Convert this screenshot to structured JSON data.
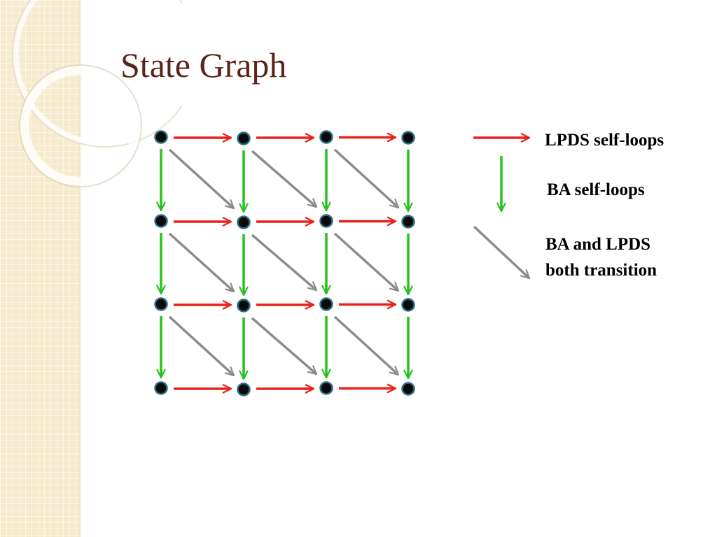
{
  "slide": {
    "title": "State Graph"
  },
  "legend": {
    "red_arrow_label": "LPDS self-loops",
    "green_arrow_label": "BA self-loops",
    "gray_arrow_label_line1": "BA and LPDS",
    "gray_arrow_label_line2": "both transition"
  },
  "colors": {
    "title": "#5b2418",
    "red_arrow": "#e8221b",
    "green_arrow": "#27c21f",
    "gray_arrow": "#8c8c8c",
    "node_fill": "#0a0a0a",
    "node_ring": "#2e6e80",
    "sidebar": "#f7ebcd"
  },
  "graph": {
    "rows": 4,
    "cols": 4,
    "node_shape": "black-dot",
    "edges": [
      "horizontal-red",
      "vertical-green",
      "diagonal-gray"
    ]
  }
}
